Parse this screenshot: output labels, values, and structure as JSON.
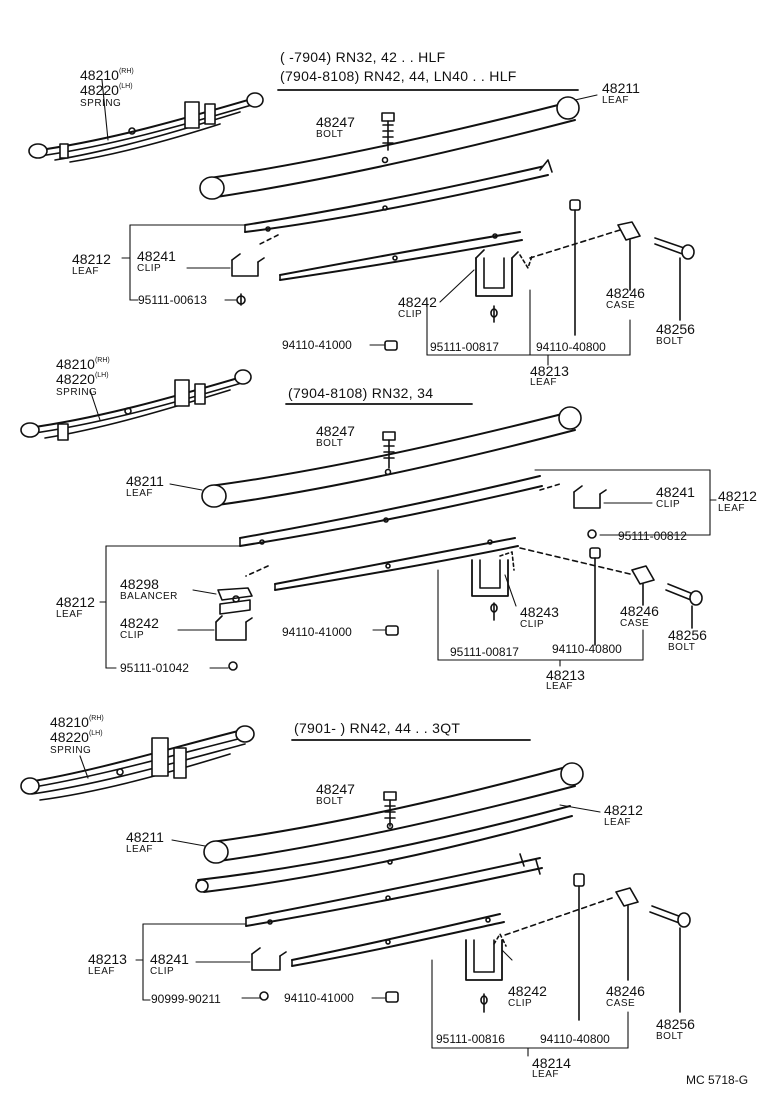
{
  "sections": [
    {
      "header1": "(       -7904)  RN32, 42 . . HLF",
      "header2": "(7904-8108)  RN42, 44, LN40 . . HLF",
      "spring_rh": "48210",
      "spring_lh": "48220",
      "rh_tag": "(RH)",
      "lh_tag": "(LH)",
      "spring_word": "SPRING",
      "parts": {
        "p48211": "48211",
        "p48211_sub": "LEAF",
        "p48247": "48247",
        "p48247_sub": "BOLT",
        "p48212": "48212",
        "p48212_sub": "LEAF",
        "p48241": "48241",
        "p48241_sub": "CLIP",
        "p95111a": "95111-00613",
        "p48242": "48242",
        "p48242_sub": "CLIP",
        "p48246": "48246",
        "p48246_sub": "CASE",
        "p48256": "48256",
        "p48256_sub": "BOLT",
        "p94110a": "94110-41000",
        "p95111b": "95111-00817",
        "p94110b": "94110-40800",
        "p48213": "48213",
        "p48213_sub": "LEAF"
      }
    },
    {
      "header1": "(7904-8108) RN32, 34",
      "spring_rh": "48210",
      "spring_lh": "48220",
      "rh_tag": "(RH)",
      "lh_tag": "(LH)",
      "spring_word": "SPRING",
      "parts": {
        "p48247": "48247",
        "p48247_sub": "BOLT",
        "p48211": "48211",
        "p48211_sub": "LEAF",
        "p48241": "48241",
        "p48241_sub": "CLIP",
        "p48212r": "48212",
        "p48212r_sub": "LEAF",
        "p95111a": "95111-00812",
        "p48298": "48298",
        "p48298_sub": "BALANCER",
        "p48212l": "48212",
        "p48212l_sub": "LEAF",
        "p48242": "48242",
        "p48242_sub": "CLIP",
        "p95111b": "95111-01042",
        "p48243": "48243",
        "p48243_sub": "CLIP",
        "p94110a": "94110-41000",
        "p48246": "48246",
        "p48246_sub": "CASE",
        "p48256": "48256",
        "p48256_sub": "BOLT",
        "p95111c": "95111-00817",
        "p94110b": "94110-40800",
        "p48213": "48213",
        "p48213_sub": "LEAF"
      }
    },
    {
      "header1": "(7901-          ) RN42, 44 . . 3QT",
      "spring_rh": "48210",
      "spring_lh": "48220",
      "rh_tag": "(RH)",
      "lh_tag": "(LH)",
      "spring_word": "SPRING",
      "parts": {
        "p48247": "48247",
        "p48247_sub": "BOLT",
        "p48212": "48212",
        "p48212_sub": "LEAF",
        "p48211": "48211",
        "p48211_sub": "LEAF",
        "p48213": "48213",
        "p48213_sub": "LEAF",
        "p48241": "48241",
        "p48241_sub": "CLIP",
        "p90999": "90999-90211",
        "p94110a": "94110-41000",
        "p48242": "48242",
        "p48242_sub": "CLIP",
        "p48246": "48246",
        "p48246_sub": "CASE",
        "p48256": "48256",
        "p48256_sub": "BOLT",
        "p95111": "95111-00816",
        "p94110b": "94110-40800",
        "p48214": "48214",
        "p48214_sub": "LEAF"
      }
    }
  ],
  "footer_code": "MC  5718-G"
}
